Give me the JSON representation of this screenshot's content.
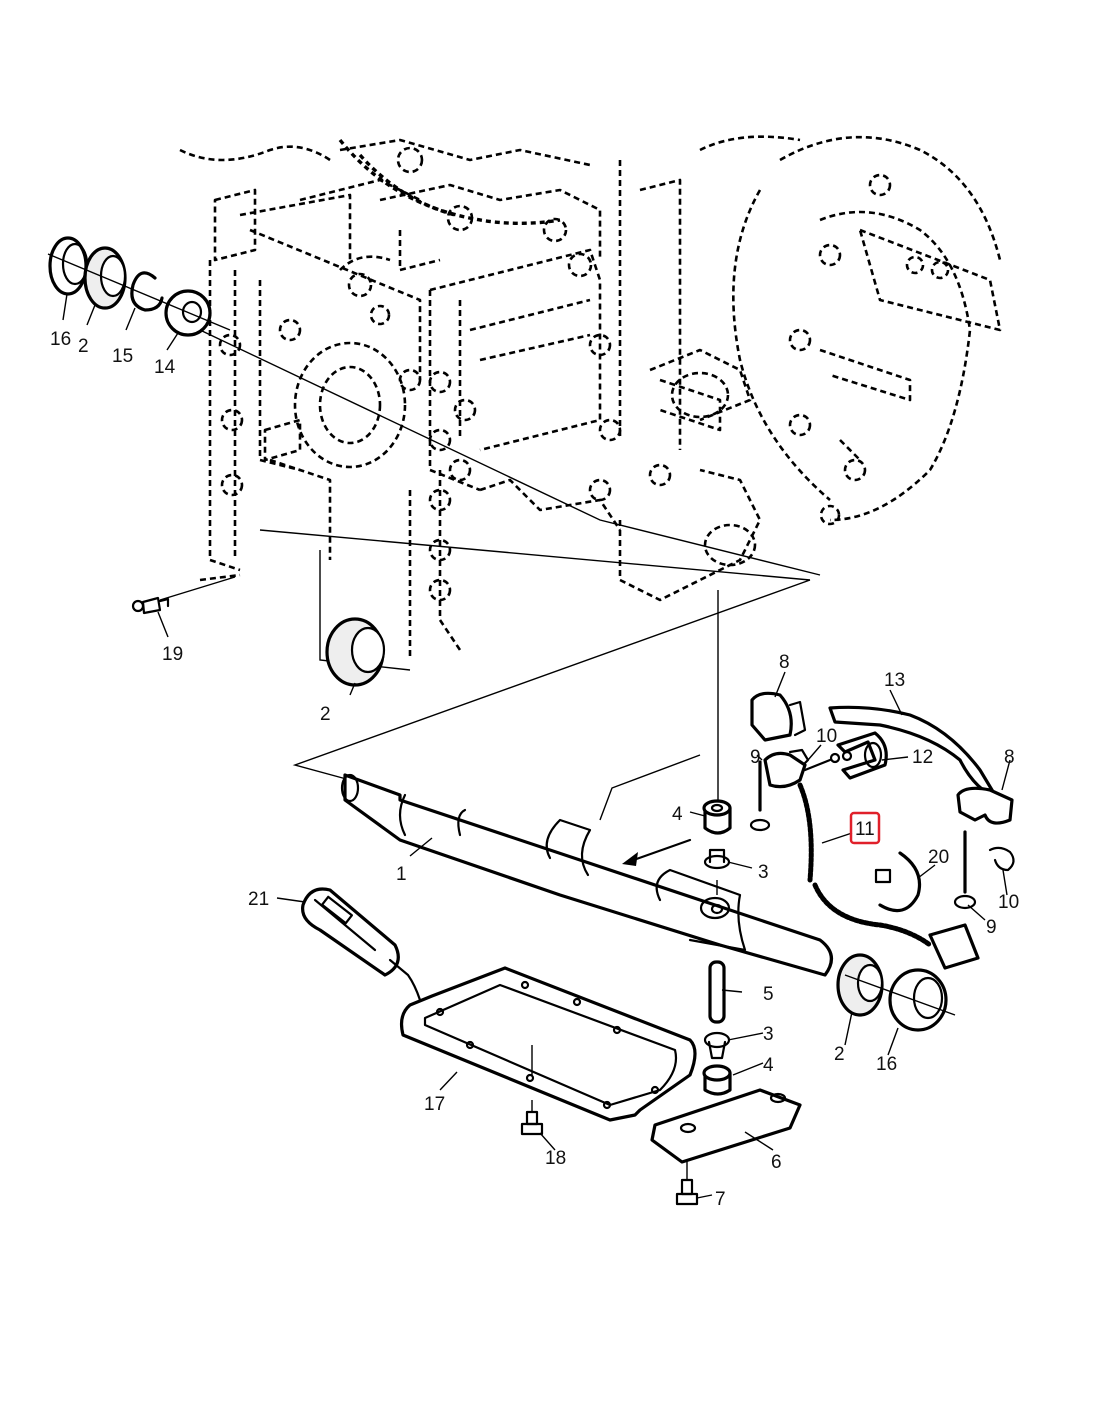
{
  "diagram": {
    "type": "exploded-parts-diagram",
    "highlight_color": "#e0202a",
    "highlighted_callout": "11",
    "callouts": [
      {
        "id": "c16a",
        "label": "16"
      },
      {
        "id": "c2a",
        "label": "2"
      },
      {
        "id": "c15",
        "label": "15"
      },
      {
        "id": "c14",
        "label": "14"
      },
      {
        "id": "c19",
        "label": "19"
      },
      {
        "id": "c2b",
        "label": "2"
      },
      {
        "id": "c8a",
        "label": "8"
      },
      {
        "id": "c13",
        "label": "13"
      },
      {
        "id": "c10a",
        "label": "10"
      },
      {
        "id": "c12",
        "label": "12"
      },
      {
        "id": "c8b",
        "label": "8"
      },
      {
        "id": "c9a",
        "label": "9"
      },
      {
        "id": "c4a",
        "label": "4"
      },
      {
        "id": "c11",
        "label": "11"
      },
      {
        "id": "c20",
        "label": "20"
      },
      {
        "id": "c3a",
        "label": "3"
      },
      {
        "id": "c1",
        "label": "1"
      },
      {
        "id": "c10b",
        "label": "10"
      },
      {
        "id": "c9b",
        "label": "9"
      },
      {
        "id": "c21",
        "label": "21"
      },
      {
        "id": "c5",
        "label": "5"
      },
      {
        "id": "c2c",
        "label": "2"
      },
      {
        "id": "c16b",
        "label": "16"
      },
      {
        "id": "c3b",
        "label": "3"
      },
      {
        "id": "c4b",
        "label": "4"
      },
      {
        "id": "c17",
        "label": "17"
      },
      {
        "id": "c18",
        "label": "18"
      },
      {
        "id": "c6",
        "label": "6"
      },
      {
        "id": "c7",
        "label": "7"
      }
    ]
  }
}
